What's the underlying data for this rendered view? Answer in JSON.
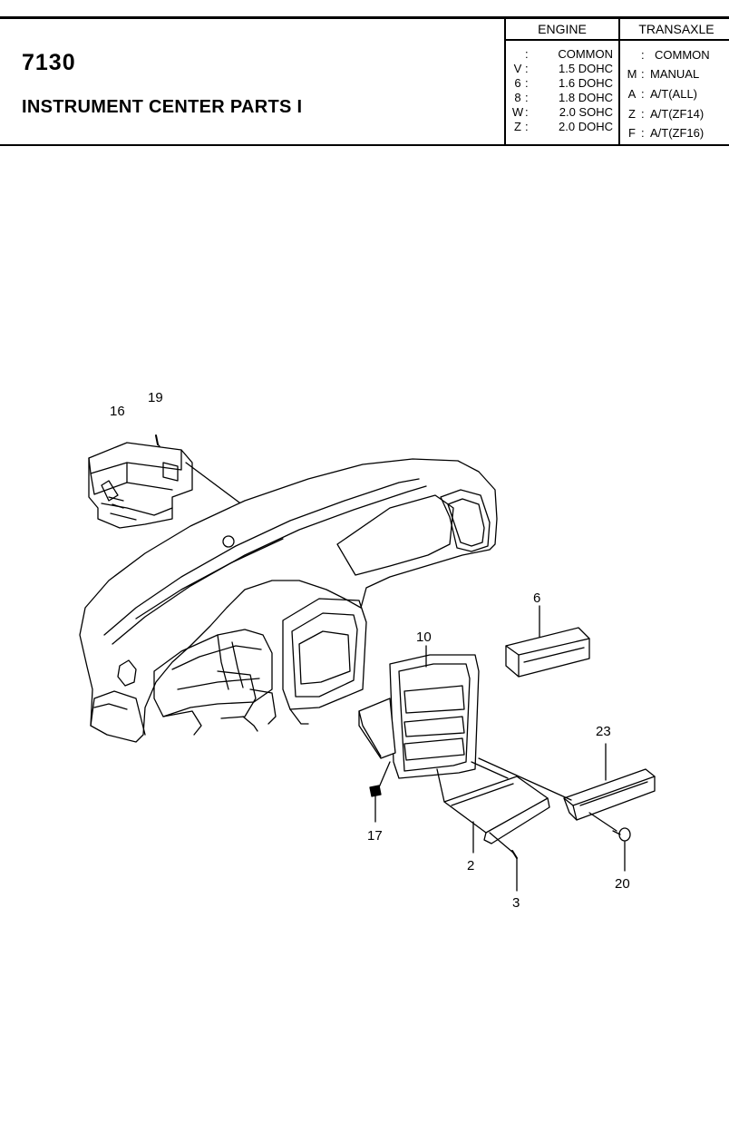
{
  "header": {
    "part_code": "7130",
    "title": "INSTRUMENT CENTER PARTS I"
  },
  "legend": {
    "engine_header": "ENGINE",
    "transaxle_header": "TRANSAXLE",
    "engine": [
      {
        "code": "",
        "desc": "COMMON"
      },
      {
        "code": "V",
        "desc": "1.5 DOHC"
      },
      {
        "code": "6",
        "desc": "1.6 DOHC"
      },
      {
        "code": "8",
        "desc": "1.8 DOHC"
      },
      {
        "code": "W",
        "desc": "2.0 SOHC"
      },
      {
        "code": "Z",
        "desc": "2.0 DOHC"
      }
    ],
    "transaxle": [
      {
        "code": "",
        "desc": "COMMON"
      },
      {
        "code": "M",
        "desc": "MANUAL"
      },
      {
        "code": "A",
        "desc": "A/T(ALL)"
      },
      {
        "code": "Z",
        "desc": "A/T(ZF14)"
      },
      {
        "code": "F",
        "desc": "A/T(ZF16)"
      }
    ]
  },
  "callouts": {
    "c19": "19",
    "c16": "16",
    "c6": "6",
    "c10": "10",
    "c23": "23",
    "c17": "17",
    "c2": "2",
    "c20": "20",
    "c3": "3"
  }
}
